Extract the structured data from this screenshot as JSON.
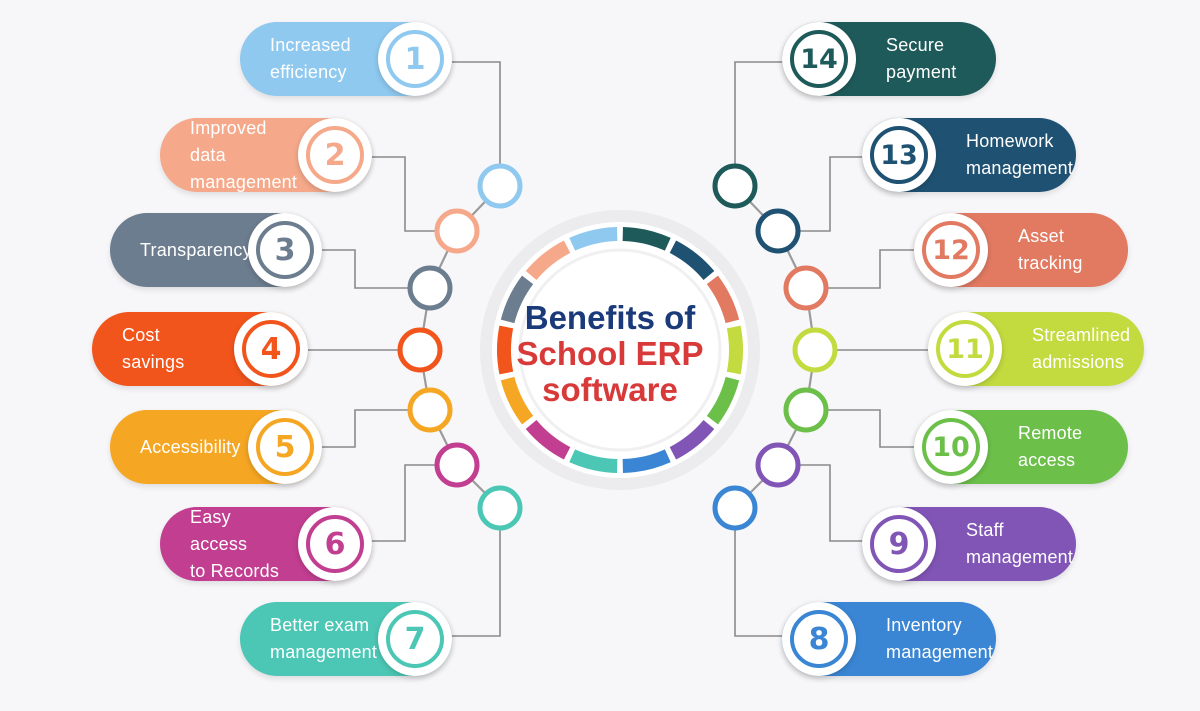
{
  "title": {
    "line1": "Benefits of",
    "line2": "School ERP",
    "line3": "software"
  },
  "benefits": [
    {
      "number": "1",
      "line1": "Increased",
      "line2": "efficiency",
      "color": "#8fc9ef",
      "side": "left"
    },
    {
      "number": "2",
      "line1": "Improved data",
      "line2": "management",
      "color": "#f5a98a",
      "side": "left"
    },
    {
      "number": "3",
      "line1": "Transparency",
      "line2": "",
      "color": "#6c7d8f",
      "side": "left"
    },
    {
      "number": "4",
      "line1": "Cost savings",
      "line2": "",
      "color": "#f2551c",
      "side": "left"
    },
    {
      "number": "5",
      "line1": "Accessibility",
      "line2": "",
      "color": "#f5a623",
      "side": "left"
    },
    {
      "number": "6",
      "line1": "Easy access",
      "line2": "to Records",
      "color": "#c23e91",
      "side": "left"
    },
    {
      "number": "7",
      "line1": "Better exam",
      "line2": "management",
      "color": "#4cc7b5",
      "side": "left"
    },
    {
      "number": "8",
      "line1": "Inventory",
      "line2": "management",
      "color": "#3a86d4",
      "side": "right"
    },
    {
      "number": "9",
      "line1": "Staff",
      "line2": "management",
      "color": "#8155b6",
      "side": "right"
    },
    {
      "number": "10",
      "line1": "Remote",
      "line2": "access",
      "color": "#6cc04a",
      "side": "right"
    },
    {
      "number": "11",
      "line1": "Streamlined",
      "line2": "admissions",
      "color": "#c3db3f",
      "side": "right"
    },
    {
      "number": "12",
      "line1": "Asset",
      "line2": "tracking",
      "color": "#e27a62",
      "side": "right"
    },
    {
      "number": "13",
      "line1": "Homework",
      "line2": "management",
      "color": "#1f5272",
      "side": "right"
    },
    {
      "number": "14",
      "line1": "Secure",
      "line2": "payment",
      "color": "#1f5a5a",
      "side": "right"
    }
  ]
}
